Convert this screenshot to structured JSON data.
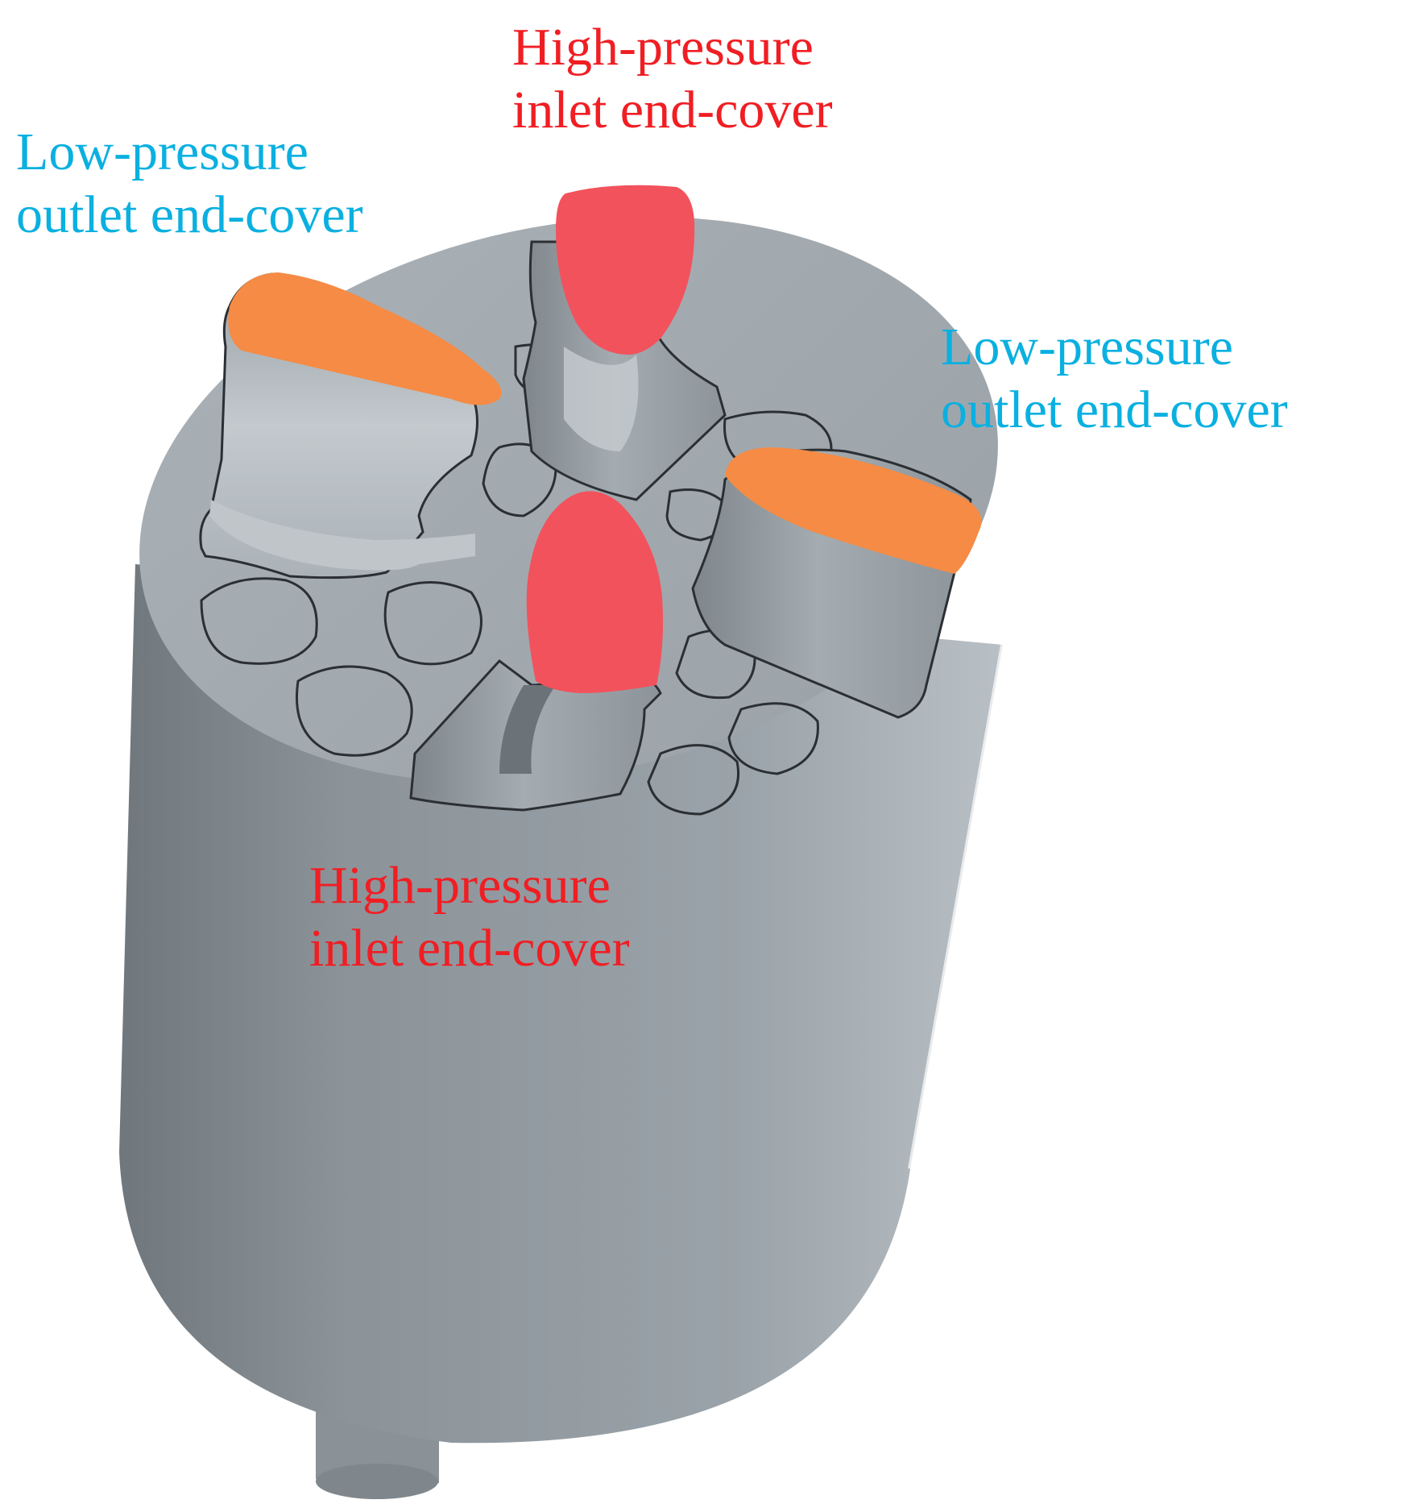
{
  "colors": {
    "low_pressure_label": "#0ab0e0",
    "high_pressure_label": "#f01e23",
    "low_pressure_cap": "#f58b45",
    "high_pressure_cap": "#f2525c",
    "body_gray": "#8e979d",
    "outline": "#2b2f33"
  },
  "labels": {
    "lp_left": {
      "line1": "Low-pressure",
      "line2": "outlet end-cover"
    },
    "hp_top": {
      "line1": "High-pressure",
      "line2": "inlet end-cover"
    },
    "lp_right": {
      "line1": "Low-pressure",
      "line2": "outlet end-cover"
    },
    "hp_bottom": {
      "line1": "High-pressure",
      "line2": "inlet end-cover"
    }
  }
}
